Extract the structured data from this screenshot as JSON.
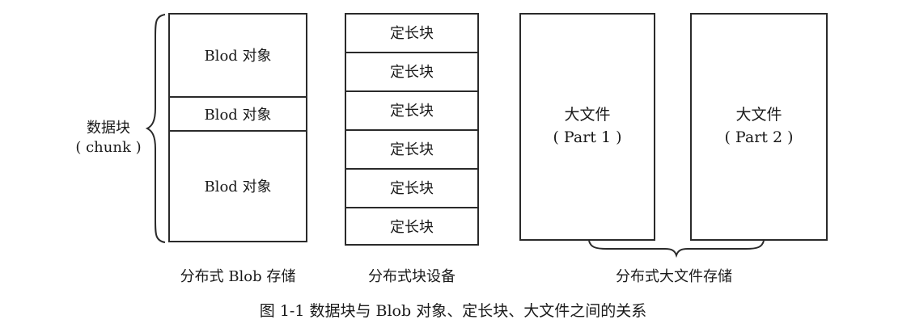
{
  "left_brace_label": {
    "line1": "数据块",
    "line2": "( chunk )"
  },
  "blob_storage": {
    "cells": [
      "Blod 对象",
      "Blod 对象",
      "Blod 对象"
    ],
    "label": "分布式 Blob 存储"
  },
  "block_device": {
    "cells": [
      "定长块",
      "定长块",
      "定长块",
      "定长块",
      "定长块",
      "定长块"
    ],
    "label": "分布式块设备"
  },
  "large_file_storage": {
    "parts": [
      {
        "name": "大文件",
        "sub": "( Part 1 )"
      },
      {
        "name": "大文件",
        "sub": "( Part 2 )"
      }
    ],
    "label": "分布式大文件存储"
  },
  "caption": "图 1-1   数据块与 Blob 对象、定长块、大文件之间的关系"
}
